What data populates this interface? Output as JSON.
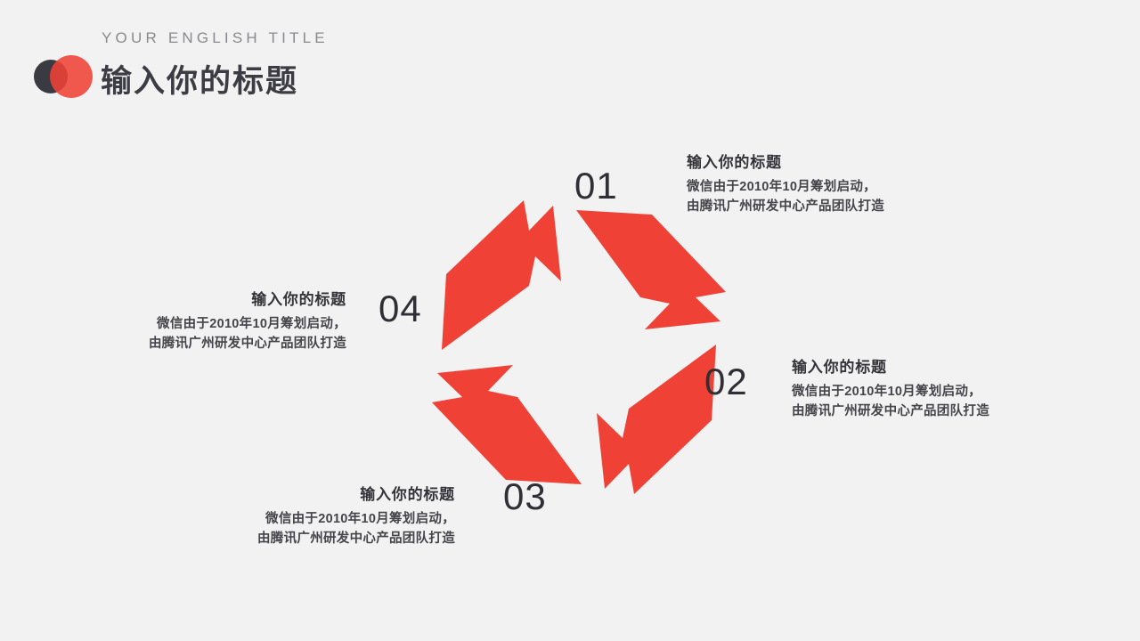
{
  "slide": {
    "background_color": "#f2f2f2",
    "accent_color": "#ef4136",
    "dark_color": "#3a3a42"
  },
  "header": {
    "english_title": "YOUR ENGLISH TITLE",
    "chinese_title": "输入你的标题",
    "dot_dark_name": "dark-circle",
    "dot_red_name": "red-circle"
  },
  "diagram": {
    "type": "cycle",
    "direction": "clockwise",
    "arrow_color": "#ef4136",
    "arrow_count": 4,
    "arrows": [
      {
        "id": "arrow-up-right",
        "points": "up-right"
      },
      {
        "id": "arrow-down-right",
        "points": "down-right"
      },
      {
        "id": "arrow-down-left",
        "points": "down-left"
      },
      {
        "id": "arrow-up-left",
        "points": "up-left"
      }
    ]
  },
  "steps": [
    {
      "number": "01",
      "title": "输入你的标题",
      "line1": "微信由于2010年10月筹划启动，",
      "line2": "由腾讯广州研发中心产品团队打造",
      "align": "left"
    },
    {
      "number": "02",
      "title": "输入你的标题",
      "line1": "微信由于2010年10月筹划启动，",
      "line2": "由腾讯广州研发中心产品团队打造",
      "align": "left"
    },
    {
      "number": "03",
      "title": "输入你的标题",
      "line1": "微信由于2010年10月筹划启动，",
      "line2": "由腾讯广州研发中心产品团队打造",
      "align": "right"
    },
    {
      "number": "04",
      "title": "输入你的标题",
      "line1": "微信由于2010年10月筹划启动，",
      "line2": "由腾讯广州研发中心产品团队打造",
      "align": "right"
    }
  ]
}
